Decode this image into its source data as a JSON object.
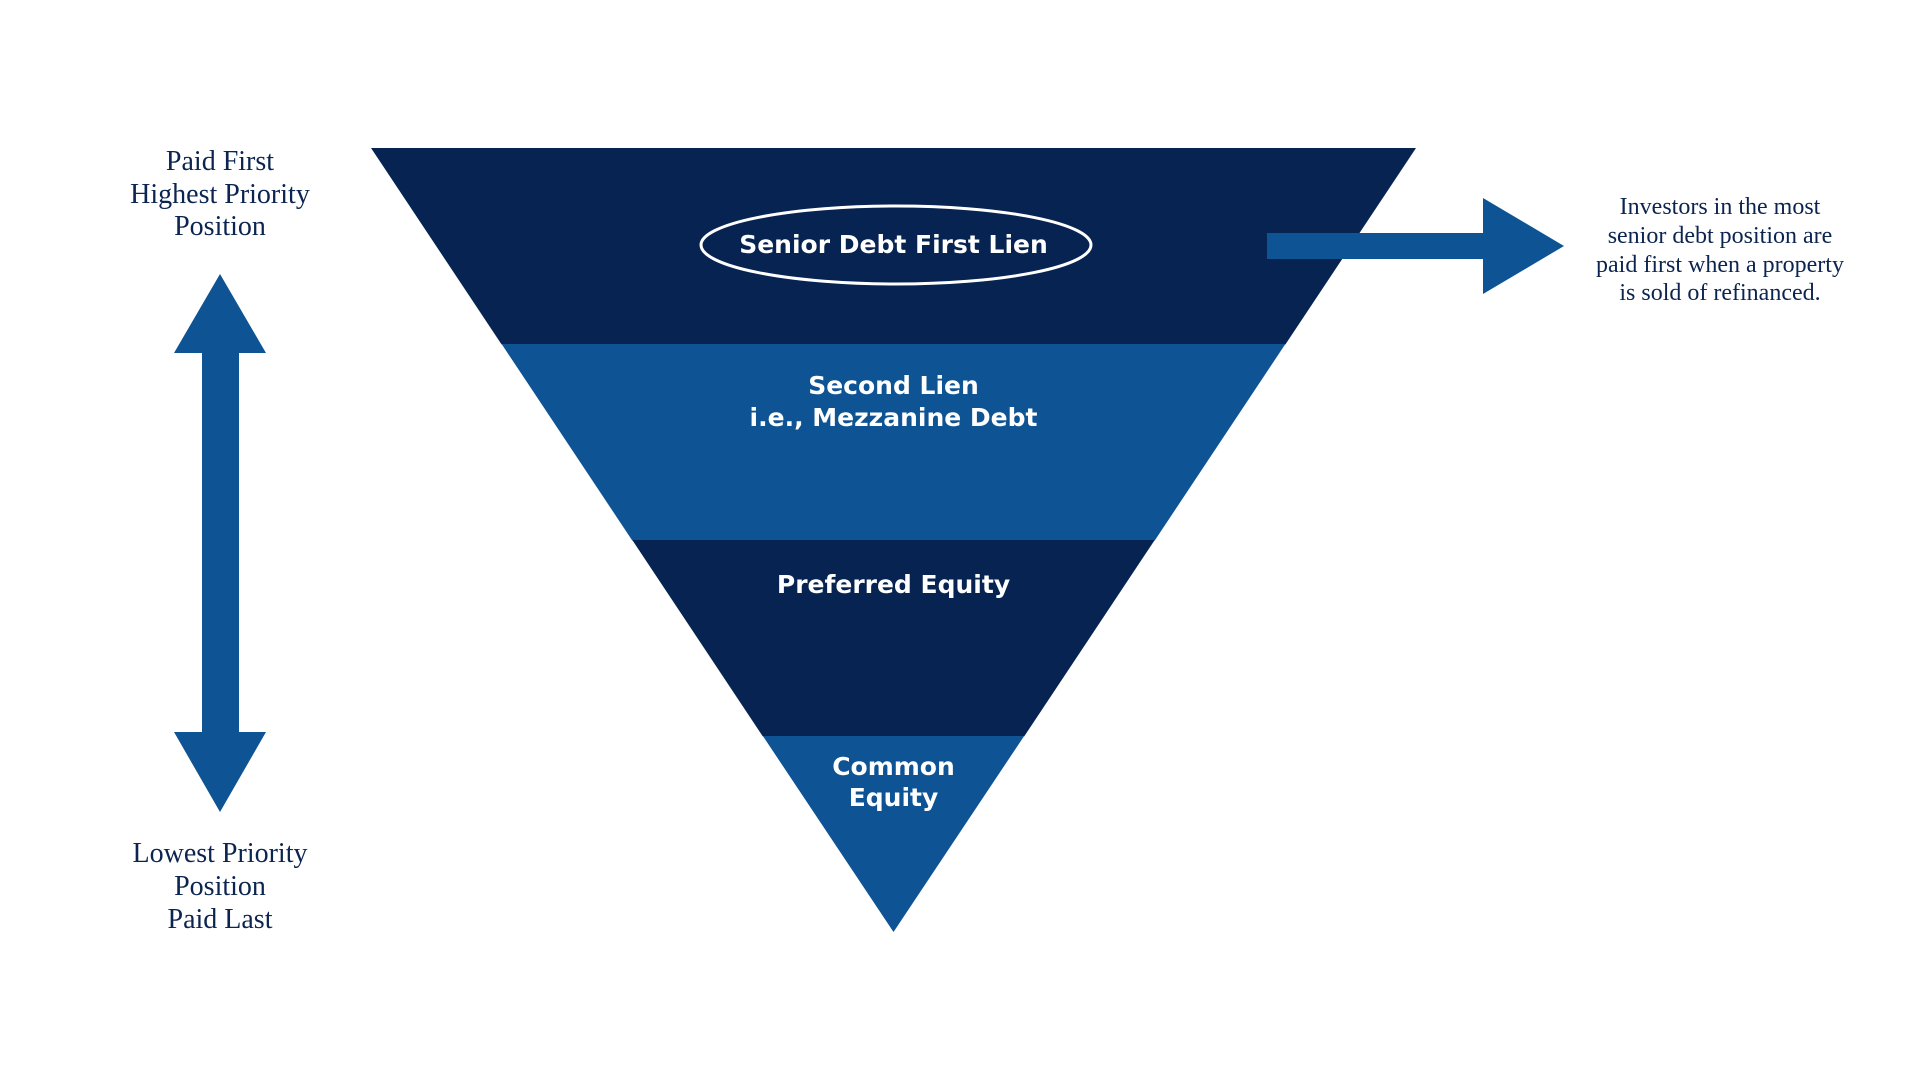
{
  "title": "Capital Stack Priority",
  "colors": {
    "dark_navy": "#062352",
    "mid_blue": "#0e5394",
    "text_navy": "#0b2450",
    "white": "#ffffff"
  },
  "left_labels": {
    "top": [
      "Paid First",
      "Highest Priority",
      "Position"
    ],
    "bottom": [
      "Lowest Priority",
      "Position",
      "Paid Last"
    ]
  },
  "pyramid": {
    "orientation": "inverted",
    "layers": [
      {
        "name": "senior-debt",
        "lines": [
          "Senior Debt First Lien"
        ],
        "color": "#062352",
        "highlighted": true
      },
      {
        "name": "second-lien",
        "lines": [
          "Second Lien",
          "i.e., Mezzanine Debt"
        ],
        "color": "#0e5394",
        "highlighted": false
      },
      {
        "name": "preferred-equity",
        "lines": [
          "Preferred Equity"
        ],
        "color": "#062352",
        "highlighted": false
      },
      {
        "name": "common-equity",
        "lines": [
          "Common",
          "Equity"
        ],
        "color": "#0e5394",
        "highlighted": false
      }
    ]
  },
  "callout": {
    "lines": [
      "Investors in the most",
      "senior debt position are",
      "paid first when a property",
      "is sold of refinanced."
    ]
  },
  "icons": {
    "priority_arrow": "double-headed-vertical-arrow",
    "callout_arrow": "right-arrow"
  }
}
